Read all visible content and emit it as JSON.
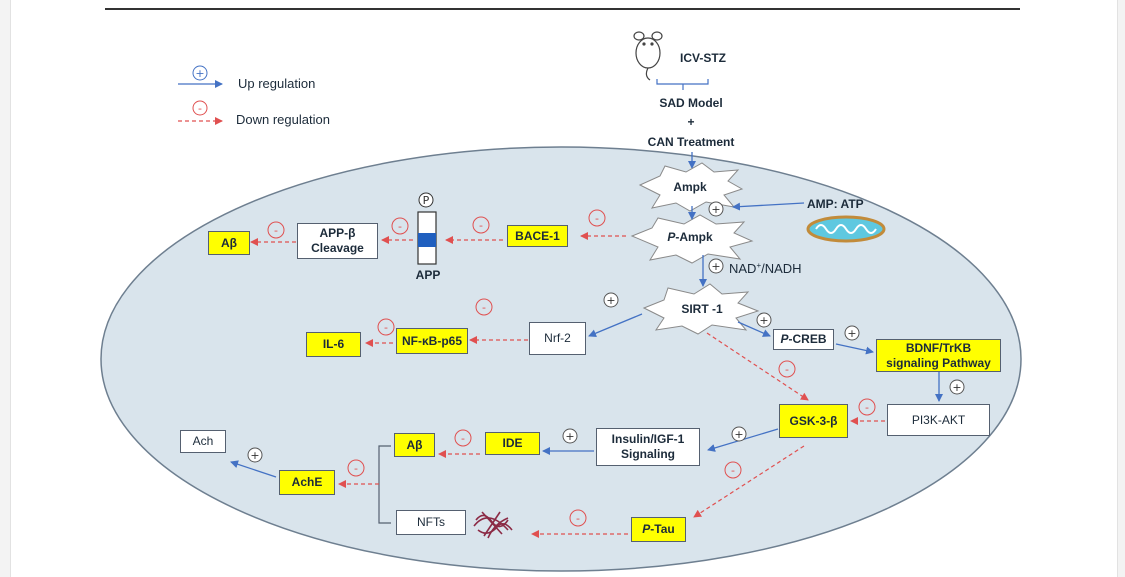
{
  "legend": {
    "up_symbol": "+",
    "up_label": "Up regulation",
    "down_symbol": "-",
    "down_label": "Down regulation"
  },
  "top": {
    "icv_stz": "ICV-STZ",
    "sad_model": "SAD Model",
    "plus": "+",
    "can_treatment": "CAN Treatment"
  },
  "nodes": {
    "ampk": "Ampk",
    "p_ampk_prefix": "P",
    "p_ampk_suffix": "-Ampk",
    "amp_atp": "AMP: ATP",
    "nad_main": "NAD",
    "nad_sup": "+",
    "nad_tail": "/NADH",
    "sirt1": "SIRT -1",
    "bace1": "BACE-1",
    "app_p": "P",
    "app": "APP",
    "app_beta_cleavage": "APP-β\nCleavage",
    "abeta_top": "Aβ",
    "nrf2": "Nrf-2",
    "nfkb": "NF-κB-p65",
    "il6": "IL-6",
    "p_creb_prefix": "P",
    "p_creb_suffix": "-CREB",
    "bdnf": "BDNF/TrKB\nsignaling  Pathway",
    "pi3k": "PI3K-AKT",
    "gsk3b": "GSK-3-β",
    "insulin": "Insulin/IGF-1\nSignaling",
    "ide": "IDE",
    "abeta_mid": "Aβ",
    "ache": "AchE",
    "ach": "Ach",
    "nfts": "NFTs",
    "p_tau_prefix": "P",
    "p_tau_suffix": "-Tau"
  },
  "signs": {
    "plus": "+",
    "minus": "-"
  },
  "colors": {
    "up_arrow": "#4472c4",
    "down_arrow": "#e05050",
    "cell_fill": "#d9e4ec",
    "cell_stroke": "#6e7f90",
    "highlight": "#ffff00",
    "app_bar": "#1f5fbf",
    "mitochondria": "#5ec8e0"
  }
}
